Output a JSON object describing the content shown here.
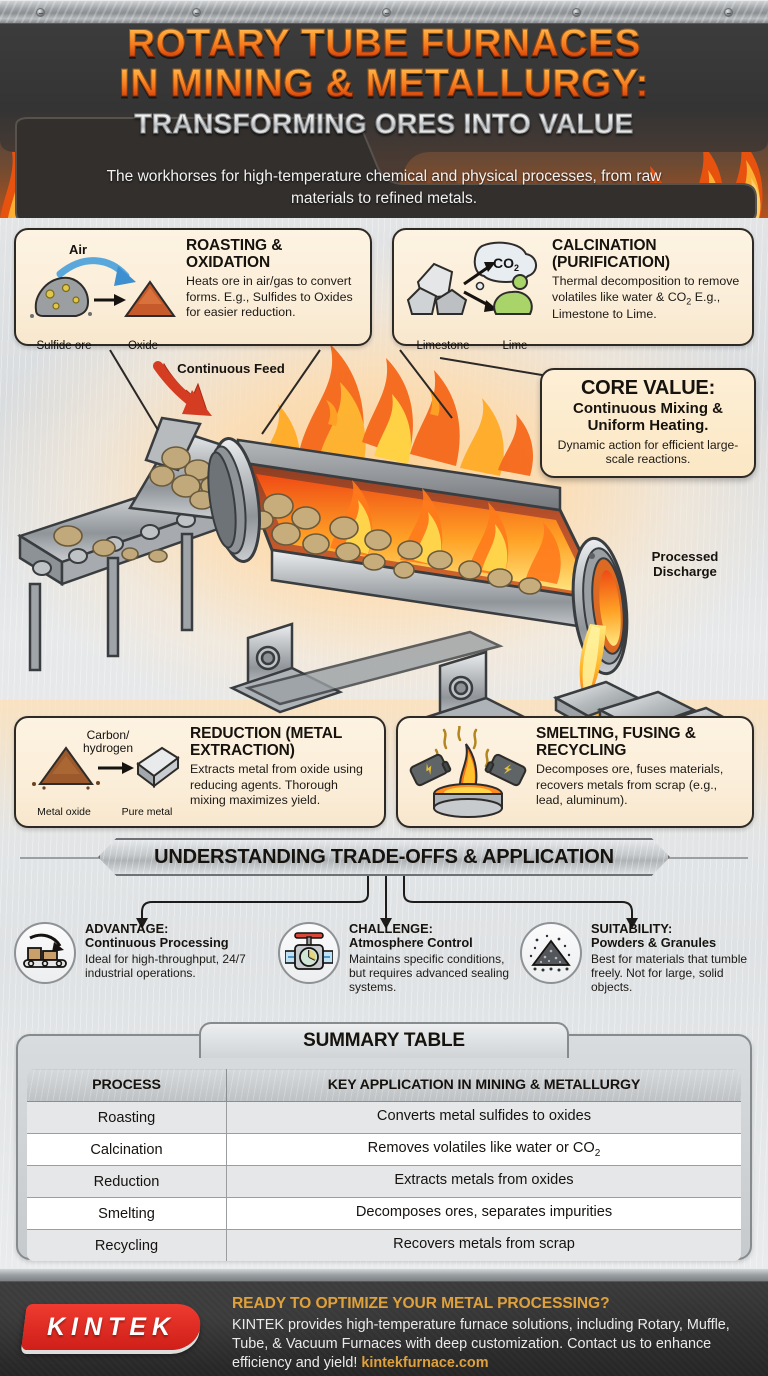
{
  "header": {
    "title_line1": "ROTARY TUBE FURNACES",
    "title_line2": "IN MINING & METALLURGY:",
    "title_line3": "TRANSFORMING ORES INTO VALUE",
    "subtitle": "The workhorses for high-temperature chemical and physical processes, from raw materials to refined metals."
  },
  "cards": {
    "roasting": {
      "heading": "ROASTING & OXIDATION",
      "body": "Heats ore in air/gas to convert forms. E.g., Sulfides to Oxides for easier reduction.",
      "art_top_label": "Air",
      "art_label_left": "Sulfide ore",
      "art_label_right": "Oxide"
    },
    "calcination": {
      "heading": "CALCINATION (PURIFICATION)",
      "body_part1": "Thermal decomposition to remove volatiles like water & CO",
      "body_sub": "2",
      "body_part2": " E.g., Limestone to Lime.",
      "art_bubble": "CO",
      "art_bubble_sub": "2",
      "art_label_left": "Limestone",
      "art_label_right": "Lime"
    },
    "reduction": {
      "heading": "REDUCTION (METAL EXTRACTION)",
      "body": "Extracts metal from oxide using reducing agents. Thorough mixing maximizes yield.",
      "art_top_label": "Carbon/ hydrogen",
      "art_label_left": "Metal oxide",
      "art_label_right": "Pure metal"
    },
    "smelting": {
      "heading": "SMELTING, FUSING & RECYCLING",
      "body": "Decomposes ore, fuses materials, recovers metals from scrap (e.g., lead, aluminum)."
    }
  },
  "core_value": {
    "heading": "CORE VALUE:",
    "subheading": "Continuous Mixing & Uniform Heating.",
    "body": "Dynamic action for efficient large-scale reactions."
  },
  "diagram_labels": {
    "continuous_feed": "Continuous Feed",
    "processed_discharge": "Processed Discharge"
  },
  "tradeoffs": {
    "banner": "UNDERSTANDING TRADE-OFFS & APPLICATION",
    "items": [
      {
        "icon": "conveyor-belt-icon",
        "title": "ADVANTAGE:",
        "subtitle": "Continuous Processing",
        "body": "Ideal for high-throughput, 24/7 industrial operations."
      },
      {
        "icon": "valve-gauge-icon",
        "title": "CHALLENGE:",
        "subtitle": "Atmosphere Control",
        "body": "Maintains specific conditions, but requires advanced sealing systems."
      },
      {
        "icon": "powder-pile-icon",
        "title": "SUITABILITY:",
        "subtitle": "Powders & Granules",
        "body": "Best for materials that tumble freely. Not for large, solid objects."
      }
    ]
  },
  "summary_table": {
    "tab_title": "SUMMARY TABLE",
    "headers": [
      "PROCESS",
      "KEY APPLICATION IN MINING & METALLURGY"
    ],
    "rows": [
      {
        "process": "Roasting",
        "application": "Converts metal sulfides to oxides",
        "sub": ""
      },
      {
        "process": "Calcination",
        "application": "Removes volatiles like water or CO",
        "sub": "2"
      },
      {
        "process": "Reduction",
        "application": "Extracts metals from oxides",
        "sub": ""
      },
      {
        "process": "Smelting",
        "application": "Decomposes ores, separates impurities",
        "sub": ""
      },
      {
        "process": "Recycling",
        "application": "Recovers metals from scrap",
        "sub": ""
      }
    ]
  },
  "footer": {
    "logo_text": "KINTEK",
    "headline": "READY TO OPTIMIZE YOUR METAL PROCESSING?",
    "body": "KINTEK provides high-temperature furnace solutions, including Rotary, Muffle, Tube, & Vacuum Furnaces with deep customization. Contact us to enhance efficiency and yield! ",
    "link": "kintekfurnace.com"
  },
  "colors": {
    "brand_red": "#ef3b30",
    "accent_gold": "#dfa13c",
    "flame_orange": "#f4761b",
    "card_cream": "#fdf3e2",
    "metal_grey": "#c3c7ca"
  }
}
